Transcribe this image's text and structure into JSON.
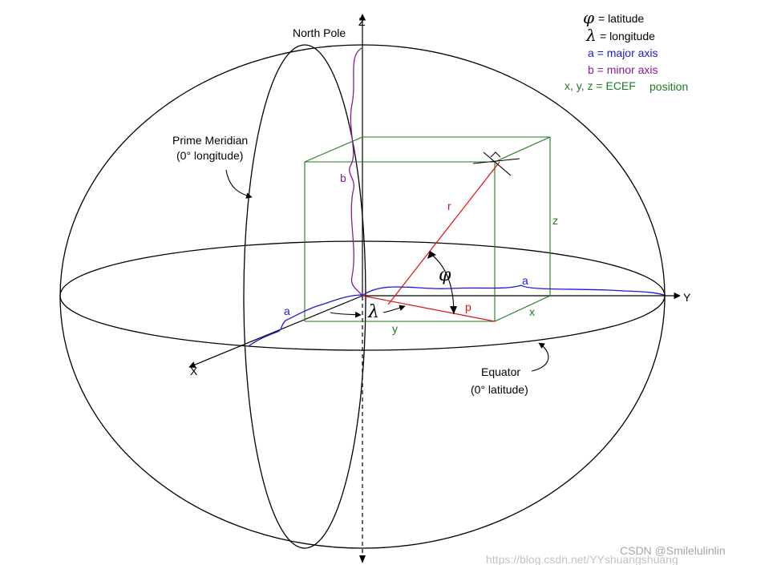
{
  "legend": {
    "phi_symbol": "φ",
    "phi_text": "= latitude",
    "lambda_symbol": "λ",
    "lambda_text": "= longitude",
    "a_text": "a  = major axis",
    "b_text": "b  = minor axis",
    "xyz_text": "x, y, z  = ECEF",
    "xyz_text2": "position"
  },
  "axes": {
    "z": "Z",
    "y": "Y",
    "x": "X"
  },
  "labels": {
    "north_pole": "North Pole",
    "prime_meridian_line1": "Prime Meridian",
    "prime_meridian_line2": "(0° longitude)",
    "equator_line1": "Equator",
    "equator_line2": "(0° latitude)",
    "a_upper": "a",
    "a_lower": "a",
    "b": "b",
    "r": "r",
    "p": "p",
    "x": "x",
    "y": "y",
    "z": "z",
    "phi_angle": "φ",
    "lambda_angle": "λ"
  },
  "watermark": {
    "line1": "CSDN @Smilelulinlin",
    "line2": "https://blog.csdn.net/YYshuangshuang"
  },
  "colors": {
    "major_axis": "#1a1ad6",
    "minor_axis": "#8a1a9a",
    "ecef": "#1e7a1e",
    "radius": "#e01010",
    "outline": "#000000"
  }
}
